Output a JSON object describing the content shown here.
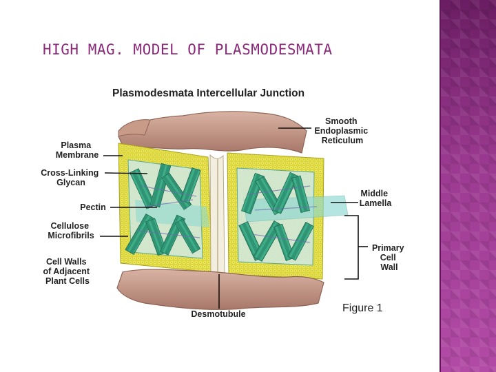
{
  "slide": {
    "title": "HIGH MAG. MODEL OF PLASMODESMATA"
  },
  "figure": {
    "heading": "Plasmodesmata Intercellular Junction",
    "caption": "Figure 1",
    "labels": {
      "plasma_membrane": [
        "Plasma",
        "Membrane"
      ],
      "cross_linking_glycan": [
        "Cross-Linking",
        "Glycan"
      ],
      "pectin": [
        "Pectin"
      ],
      "cellulose_microfibrils": [
        "Cellulose",
        "Microfibrils"
      ],
      "cell_walls_adjacent": [
        "Cell Walls",
        "of Adjacent",
        "Plant Cells"
      ],
      "smooth_er": [
        "Smooth",
        "Endoplasmic",
        "Reticulum"
      ],
      "middle_lamella": [
        "Middle",
        "Lamella"
      ],
      "primary_cell_wall": [
        "Primary",
        "Cell",
        "Wall"
      ],
      "desmotubule": [
        "Desmotubule"
      ]
    }
  },
  "colors": {
    "title": "#8b2a7a",
    "band": "#a23d96",
    "membrane_yellow": "#d8d43a",
    "microfibril_green": "#2e8f6e",
    "er_brown": "#b98876",
    "lamella_cyan": "#8fd8d0"
  }
}
